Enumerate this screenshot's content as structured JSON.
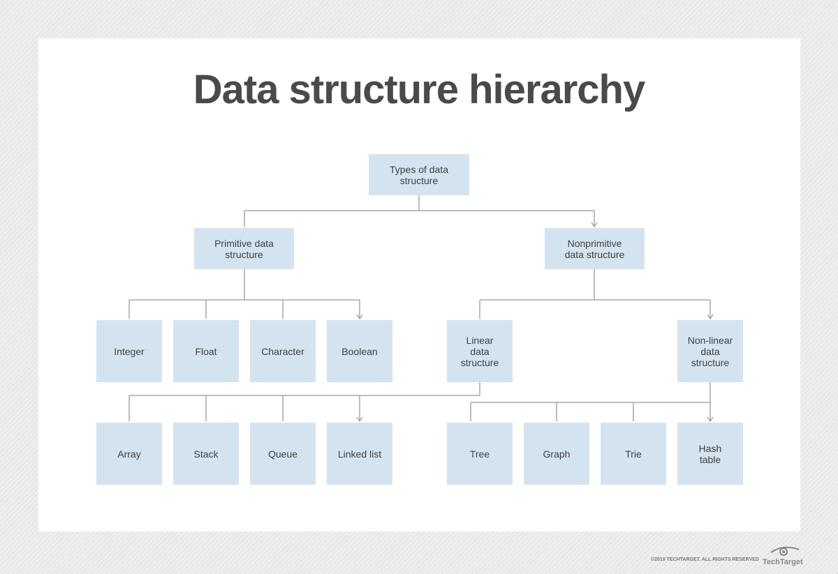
{
  "title": "Data structure hierarchy",
  "root": "Types of data structure",
  "level1": [
    "Primitive data structure",
    "Nonprimitive data structure"
  ],
  "primitive_children": [
    "Integer",
    "Float",
    "Character",
    "Boolean"
  ],
  "nonprimitive_children": [
    "Linear data structure",
    "Non-linear data structure"
  ],
  "linear_children": [
    "Array",
    "Stack",
    "Queue",
    "Linked list"
  ],
  "nonlinear_children": [
    "Tree",
    "Graph",
    "Trie",
    "Hash table"
  ],
  "footer": {
    "copyright": "©2019 TECHTARGET. ALL RIGHTS RESERVED",
    "logo": "TechTarget"
  },
  "colors": {
    "box": "#d3e4f0",
    "title": "#4a4a4a",
    "connector": "#999999"
  }
}
